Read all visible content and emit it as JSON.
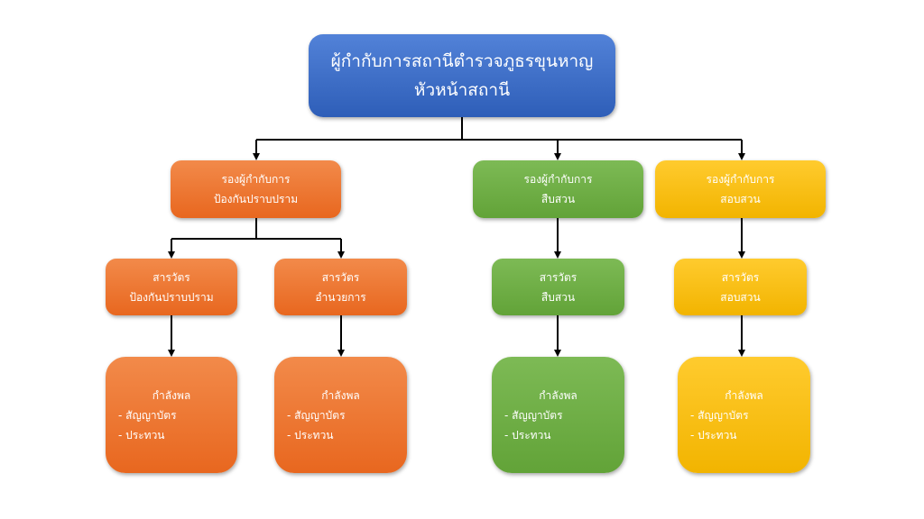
{
  "root": {
    "line1": "ผู้กำกับการสถานีตำรวจภูธรขุนหาญ",
    "line2": "หัวหน้าสถานี"
  },
  "deputies": [
    {
      "line1": "รองผู้กำกับการ",
      "line2": "ป้องกันปราบปราม"
    },
    {
      "line1": "รองผู้กำกับการ",
      "line2": "สืบสวน"
    },
    {
      "line1": "รองผู้กำกับการ",
      "line2": "สอบสวน"
    }
  ],
  "inspectors": [
    {
      "line1": "สารวัตร",
      "line2": "ป้องกันปราบปราม"
    },
    {
      "line1": "สารวัตร",
      "line2": "อำนวยการ"
    },
    {
      "line1": "สารวัตร",
      "line2": "สืบสวน"
    },
    {
      "line1": "สารวัตร",
      "line2": "สอบสวน"
    }
  ],
  "forces": [
    {
      "title": "กำลังพล",
      "item1": "- สัญญาบัตร",
      "item2": "- ประทวน"
    },
    {
      "title": "กำลังพล",
      "item1": "- สัญญาบัตร",
      "item2": "- ประทวน"
    },
    {
      "title": "กำลังพล",
      "item1": "- สัญญาบัตร",
      "item2": "- ประทวน"
    },
    {
      "title": "กำลังพล",
      "item1": "- สัญญาบัตร",
      "item2": "- ประทวน"
    }
  ],
  "colors": {
    "blue": "#4472c4",
    "orange": "#ed7d31",
    "green": "#70ad47",
    "yellow": "#ffc000"
  }
}
